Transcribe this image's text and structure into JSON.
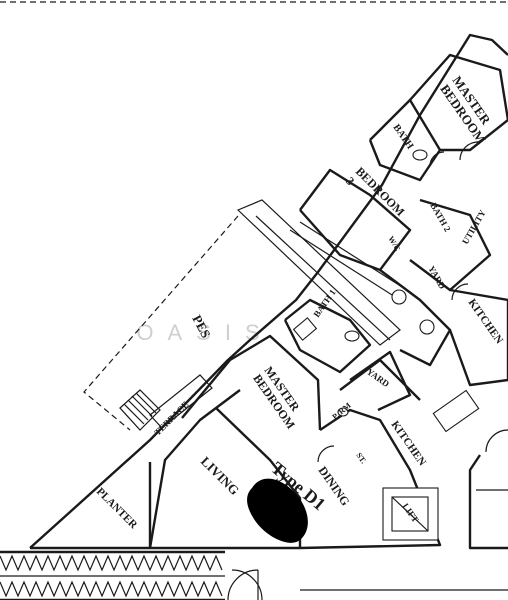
{
  "plan": {
    "rooms": {
      "master_bedroom_top": "MASTER\nBEDROOM",
      "bath_top": "BATH",
      "bedroom_3": "BEDROOM\n3",
      "bath_2": "BATH 2",
      "utility": "UTILITY",
      "wc": "W/C",
      "yard_top": "YARD",
      "kitchen_right": "KITCHEN",
      "pes": "PES",
      "bath_1": "BATH 1",
      "master_bedroom_main": "MASTER\nBEDROOM",
      "yard_mid": "YARD",
      "terrace": "TERRACE",
      "powder_room": "P. RM",
      "store": "ST.",
      "kitchen_main": "KITCHEN",
      "living": "LIVING",
      "dining": "DINING",
      "lift": "LIFT",
      "planter": "PLANTER"
    },
    "unit_type": "Type D1",
    "watermark": "OASIS"
  },
  "colors": {
    "ink": "#1a1a1a",
    "paper": "#ffffff",
    "redaction": "#000000",
    "watermark": "#c8c8c8"
  }
}
